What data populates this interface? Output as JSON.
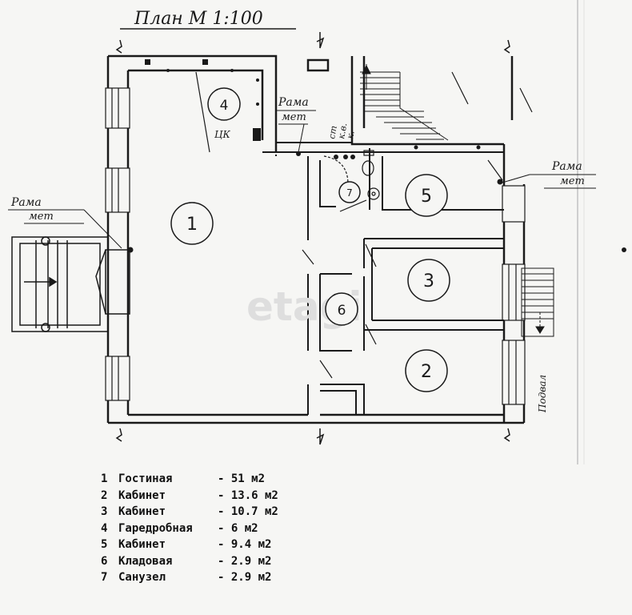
{
  "title": "План  М 1:100",
  "labels": {
    "frame_left": [
      "Рама",
      "мет"
    ],
    "frame_center": [
      "Рама",
      "мет"
    ],
    "frame_right": [
      "Рама",
      "мет"
    ],
    "tsk": "ЦК",
    "risers": [
      "ст",
      "к.в.",
      "к."
    ],
    "basement": "Подвал",
    "watermark": "etagi"
  },
  "rooms": [
    {
      "number": "1",
      "name": "Гостиная",
      "area": "- 51 м2"
    },
    {
      "number": "2",
      "name": "Кабинет",
      "area": "- 13.6 м2"
    },
    {
      "number": "3",
      "name": "Кабинет",
      "area": "- 10.7 м2"
    },
    {
      "number": "4",
      "name": "Гаредробная",
      "area": "- 6 м2"
    },
    {
      "number": "5",
      "name": "Кабинет",
      "area": "- 9.4 м2"
    },
    {
      "number": "6",
      "name": "Кладовая",
      "area": "- 2.9 м2"
    },
    {
      "number": "7",
      "name": "Санузел",
      "area": "- 2.9 м2"
    }
  ],
  "colors": {
    "ink": "#1a1a1a",
    "paper": "#f6f6f4",
    "hatch": "#9a9a9a"
  }
}
